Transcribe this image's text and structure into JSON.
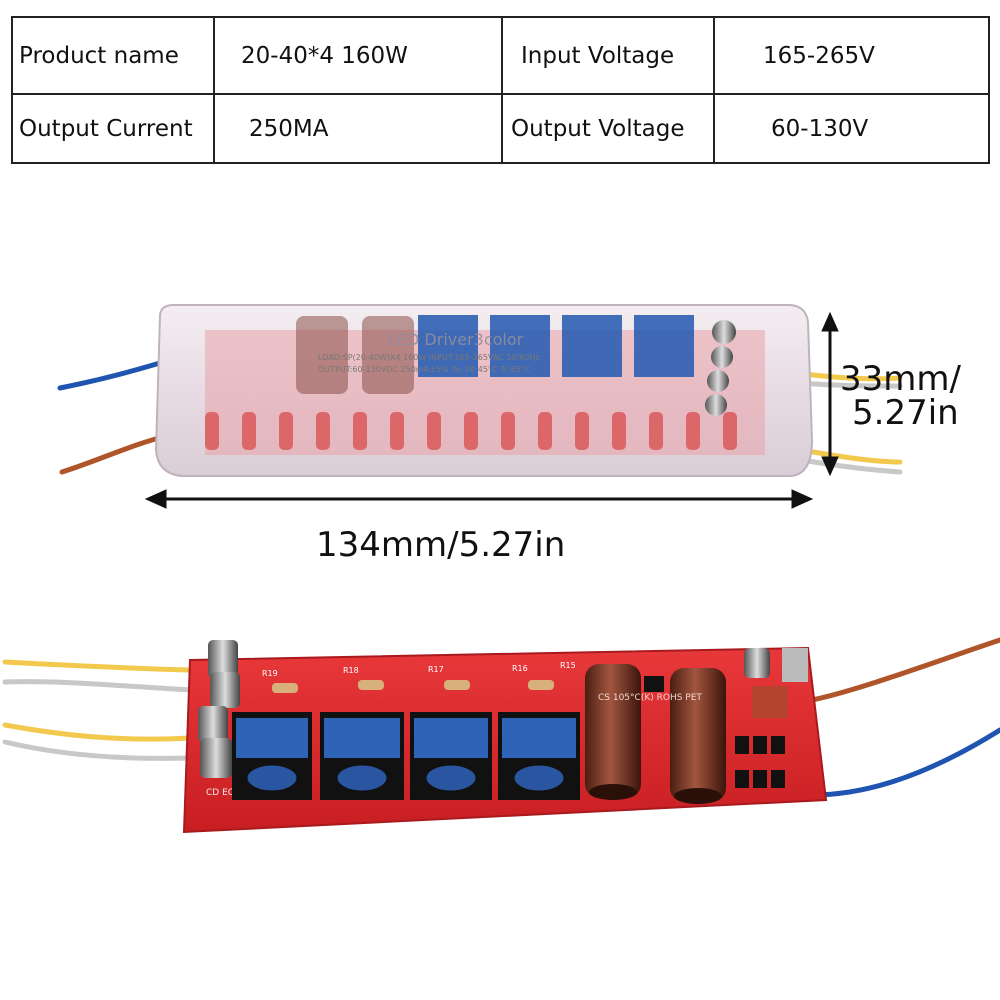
{
  "spec_table": {
    "rows": [
      {
        "label1": "Product name",
        "value1": "20-40*4 160W",
        "label2": "Input Voltage",
        "value2": "165-265V"
      },
      {
        "label1": "Output Current",
        "value1": "250MA",
        "label2": "Output Voltage",
        "value2": "60-130V"
      }
    ]
  },
  "dimensions": {
    "height_line1": "33mm/",
    "height_line2": "5.27in",
    "length": "134mm/5.27in"
  },
  "enclosure_print": {
    "brand": "LED Driver3color",
    "load_line": "LOAD:SP(20-40W)X4  160W  INPUT:165-265VAC  50/60Hz",
    "output_line": "OUTPUT:60-130VDC 250mA±5%  Ta:-20  45°C Tc:85°C"
  },
  "pcb_print": {
    "resistor_labels": [
      "R19",
      "R18",
      "R17",
      "R16",
      "R15"
    ],
    "cap_label": "CS 105°C(K) ROHS PET",
    "small_cap_label": "CD ECO"
  }
}
